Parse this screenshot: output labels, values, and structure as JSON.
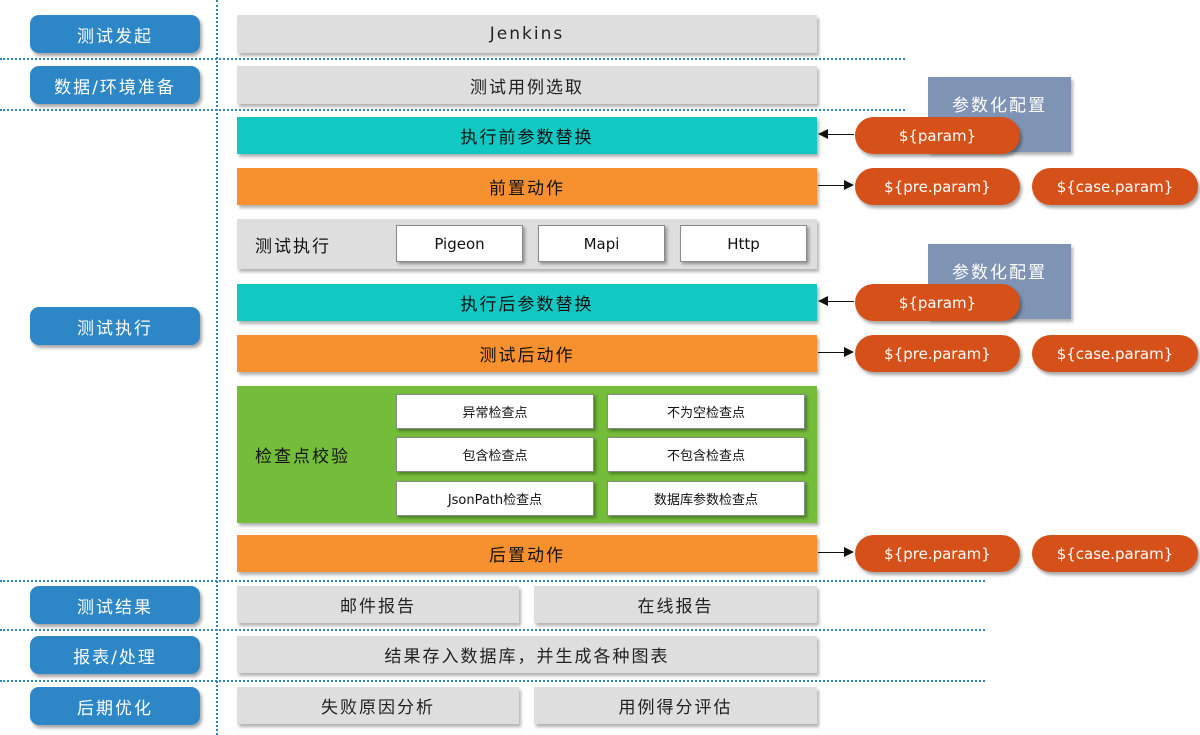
{
  "stages": {
    "initiate": "测试发起",
    "prepare": "数据/环境准备",
    "execute": "测试执行",
    "result": "测试结果",
    "report": "报表/处理",
    "optimize": "后期优化"
  },
  "bars": {
    "jenkins": "Jenkins",
    "case_select": "测试用例选取",
    "pre_param_replace": "执行前参数替换",
    "pre_action": "前置动作",
    "exec_label": "测试执行",
    "post_param_replace": "执行后参数替换",
    "after_action": "测试后动作",
    "check_label": "检查点校验",
    "post_action": "后置动作",
    "mail_report": "邮件报告",
    "online_report": "在线报告",
    "store_db": "结果存入数据库，并生成各种图表",
    "fail_analysis": "失败原因分析",
    "case_score": "用例得分评估"
  },
  "protocols": [
    "Pigeon",
    "Mapi",
    "Http"
  ],
  "checkpoints": [
    "异常检查点",
    "不为空检查点",
    "包含检查点",
    "不包含检查点",
    "JsonPath检查点",
    "数据库参数检查点"
  ],
  "config": {
    "label": "参数化配置"
  },
  "params": {
    "param": "${param}",
    "pre_param": "${pre.param}",
    "case_param": "${case.param}"
  },
  "colors": {
    "stage": "#2d86c5",
    "gray_bar": "#dedede",
    "cyan_bar": "#11c8c3",
    "orange_bar": "#f7902f",
    "green_box": "#74bd3a",
    "pill": "#d6501a",
    "config": "#7f94b4"
  }
}
